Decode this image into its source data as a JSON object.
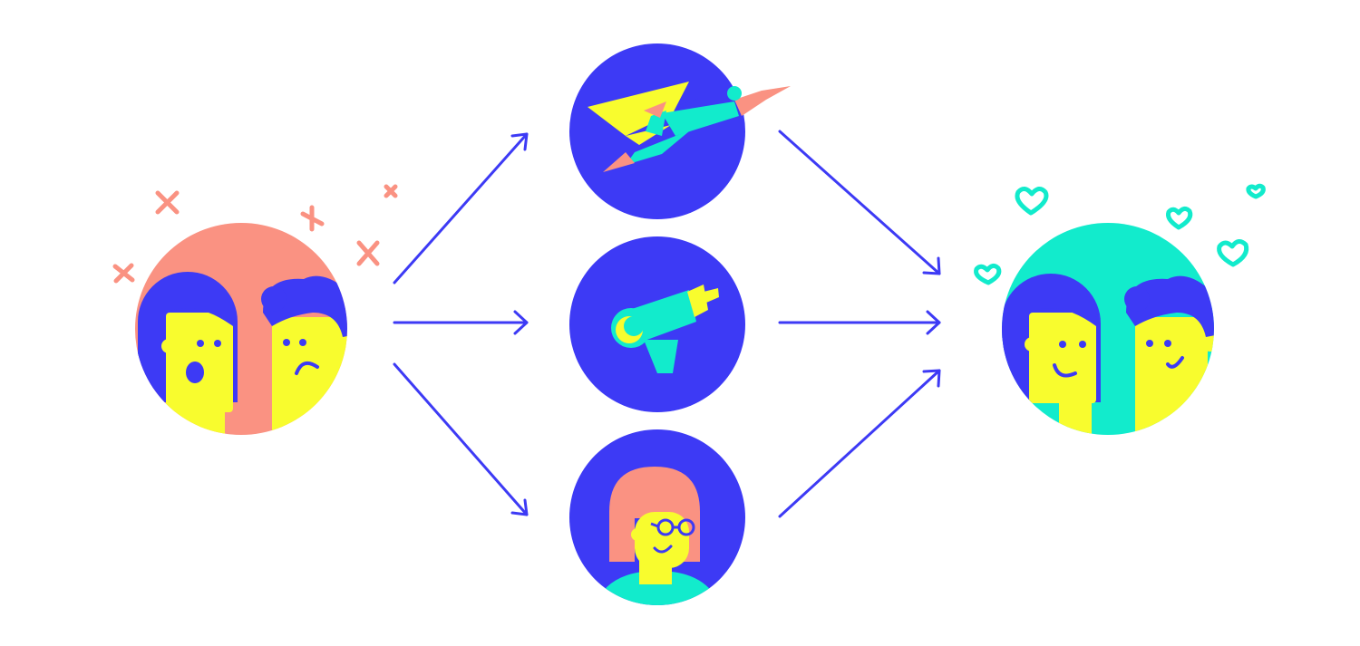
{
  "colors": {
    "background": "#ffffff",
    "indigo": "#3d3af5",
    "coral": "#fa9282",
    "yellow": "#f8fc2e",
    "teal": "#12ebcc",
    "white": "#ffffff"
  },
  "icons": {
    "left": "unhappy-couple-icon",
    "mid_top": "flying-superhero-icon",
    "mid_center": "power-drill-icon",
    "mid_bottom": "smiling-woman-with-glasses-icon",
    "right": "happy-couple-icon",
    "stress_marks": "x-mark-icon",
    "love_marks": "heart-icon"
  },
  "flow": {
    "from": "unhappy-couple",
    "via": [
      "superhero",
      "power-drill",
      "helper-person"
    ],
    "to": "happy-couple"
  }
}
